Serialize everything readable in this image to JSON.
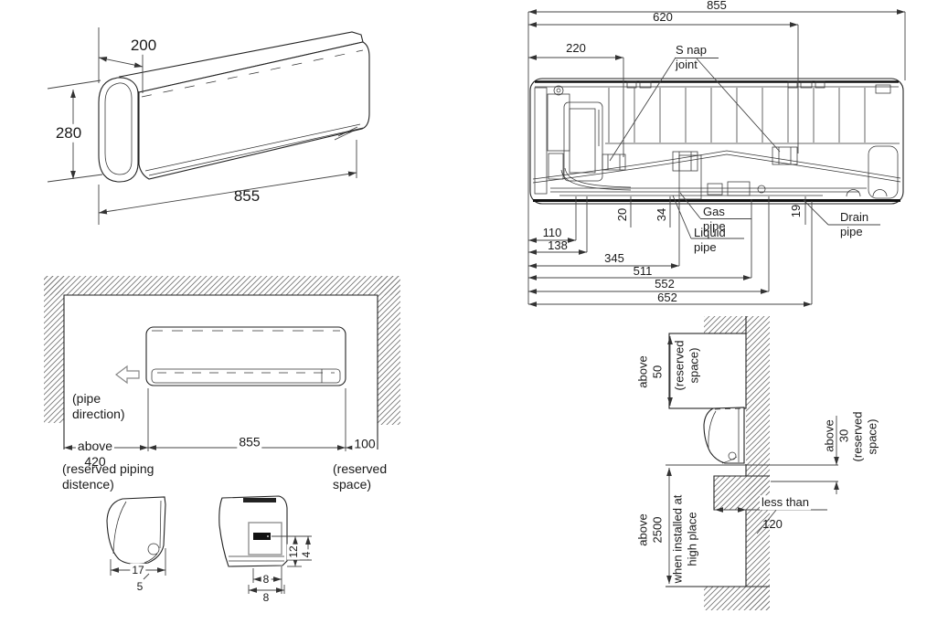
{
  "iso": {
    "depth": "200",
    "height": "280",
    "width": "855"
  },
  "rear": {
    "width_total": "855",
    "width_620": "620",
    "width_220": "220",
    "snap_joint": "S nap\njoint",
    "gas_pipe": "Gas\npipe",
    "liquid_pipe": "Liquid\npipe",
    "drain_pipe": "Drain\npipe",
    "v20": "20",
    "v34": "34",
    "v19": "19",
    "b110": "110",
    "b138": "138",
    "b345": "345",
    "b511": "511",
    "b552": "552",
    "b652": "652"
  },
  "clearance": {
    "pipe_direction": "(pipe\ndirection)",
    "above_420": "above\n420",
    "piping_note": "(reserved piping\ndistence)",
    "width": "855",
    "right_100": "100",
    "space_note": "(reserved\nspace)",
    "d17": "17",
    "d5": "5",
    "d12": "12",
    "d4": "4",
    "d8_top": "8",
    "d8_bottom": "8"
  },
  "wall": {
    "above_50": "above\n50",
    "top_space_note": "(reserved\nspace)",
    "above_30": "above\n30",
    "right_space_note": "(reserved\nspace)",
    "above_2500": "above\n2500",
    "high_place_note": "when installed at\nhigh place",
    "less_than": "less than",
    "d120": "120"
  },
  "colors": {
    "line": "#222222",
    "dim": "#444444",
    "hatch": "#777777",
    "background": "#ffffff",
    "dark_fill": "#111111"
  }
}
